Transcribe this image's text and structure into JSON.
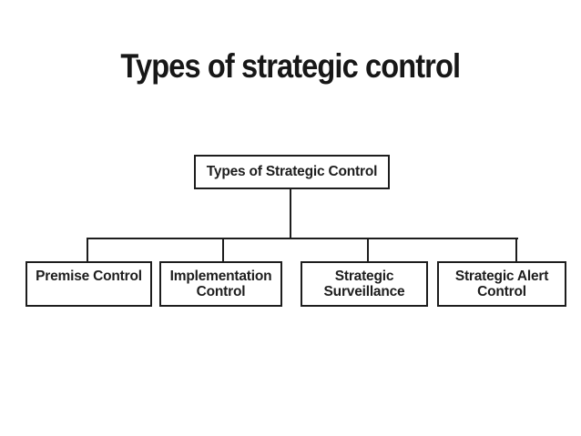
{
  "slide": {
    "title": "Types of strategic control",
    "background_color": "#ffffff",
    "ink_color": "#1c1c1c"
  },
  "diagram": {
    "root": {
      "label": "Types of Strategic Control"
    },
    "children": [
      {
        "label": "Premise Control",
        "lines": [
          "Premise Control"
        ]
      },
      {
        "label": "Implementation Control",
        "lines": [
          "Implementation",
          "Control"
        ]
      },
      {
        "label": "Strategic Surveillance",
        "lines": [
          "Strategic",
          "Surveillance"
        ]
      },
      {
        "label": "Strategic Alert Control",
        "lines": [
          "Strategic Alert",
          "Control"
        ]
      }
    ]
  }
}
